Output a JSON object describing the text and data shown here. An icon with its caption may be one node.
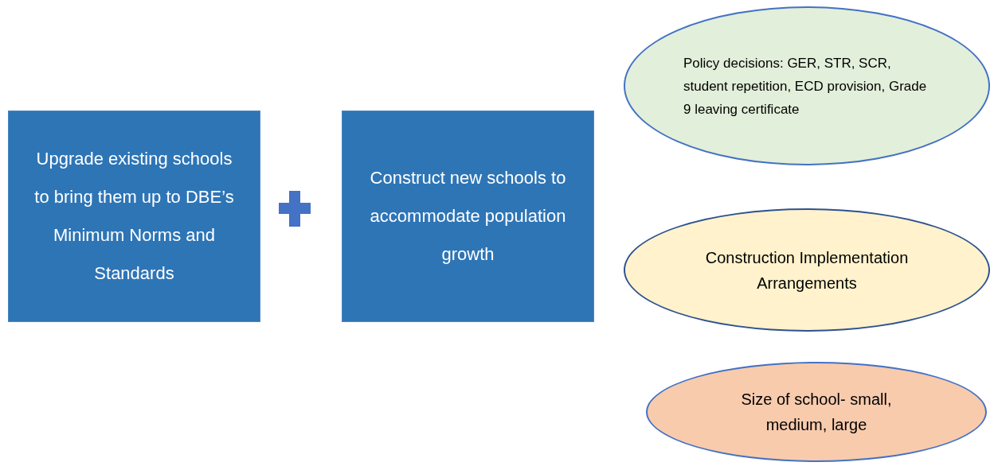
{
  "diagram": {
    "nodes": [
      {
        "text": [
          "Upgrade existing schools to bring them up to DBE’s Minimum Norms and Standards"
        ]
      },
      {
        "text": [
          "Construct new schools to accommodate population growth"
        ]
      },
      {
        "text": [
          "Policy decisions: GER, STR, SCR, student repetition, ECD provision, Grade 9 leaving certificate"
        ]
      },
      {
        "text": [
          "Construction Implementation Arrangements"
        ]
      },
      {
        "text": [
          "Size of school- small, medium, large"
        ]
      }
    ]
  }
}
